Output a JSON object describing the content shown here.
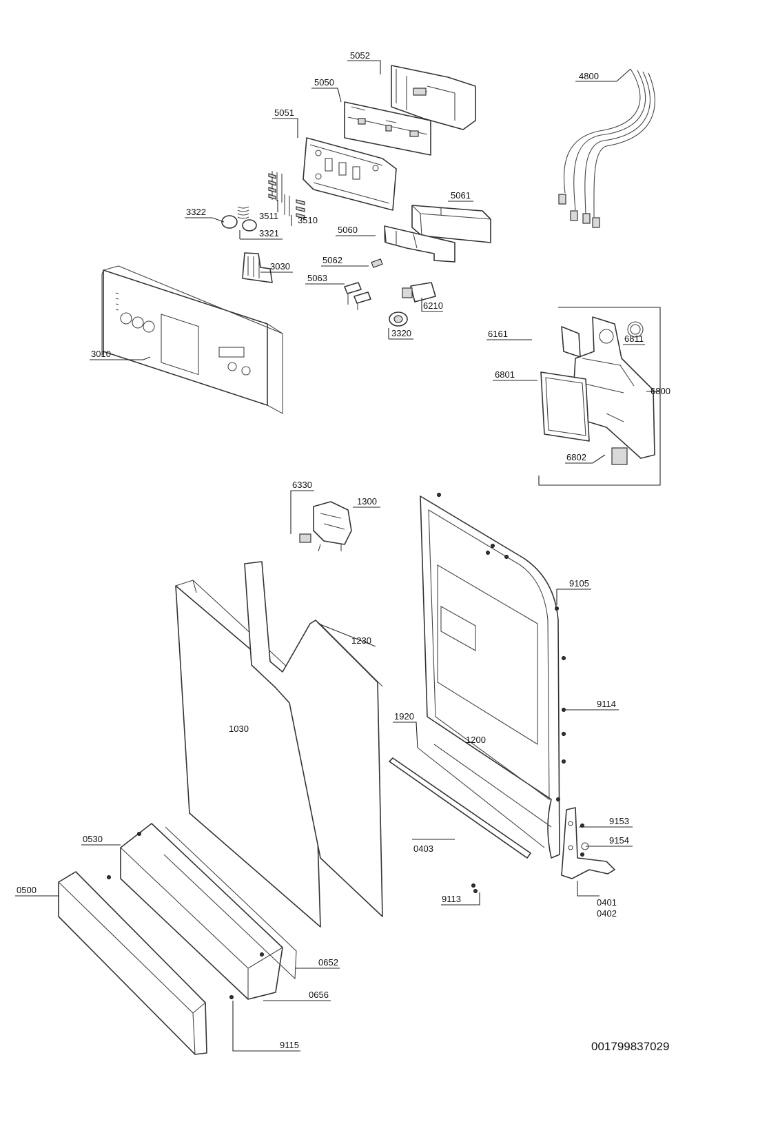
{
  "document_number": "001799837029",
  "part_labels": {
    "p4800": "4800",
    "p5052": "5052",
    "p5050": "5050",
    "p5051": "5051",
    "p3322": "3322",
    "p3511": "3511",
    "p3510": "3510",
    "p3321": "3321",
    "p5061": "5061",
    "p5060": "5060",
    "p3030": "3030",
    "p5062": "5062",
    "p5063": "5063",
    "p6210": "6210",
    "p3320": "3320",
    "p3010": "3010",
    "p6161": "6161",
    "p6811": "6811",
    "p6801": "6801",
    "p6800": "6800",
    "p6802": "6802",
    "p6330": "6330",
    "p1300": "1300",
    "p9105": "9105",
    "p1230": "1230",
    "p1030": "1030",
    "p9114": "9114",
    "p1920": "1920",
    "p1200": "1200",
    "p9153": "9153",
    "p0530": "0530",
    "p9154": "9154",
    "p0403": "0403",
    "p0500": "0500",
    "p0401": "0401",
    "p0402": "0402",
    "p9113": "9113",
    "p0652": "0652",
    "p0656": "0656",
    "p9115": "9115"
  }
}
